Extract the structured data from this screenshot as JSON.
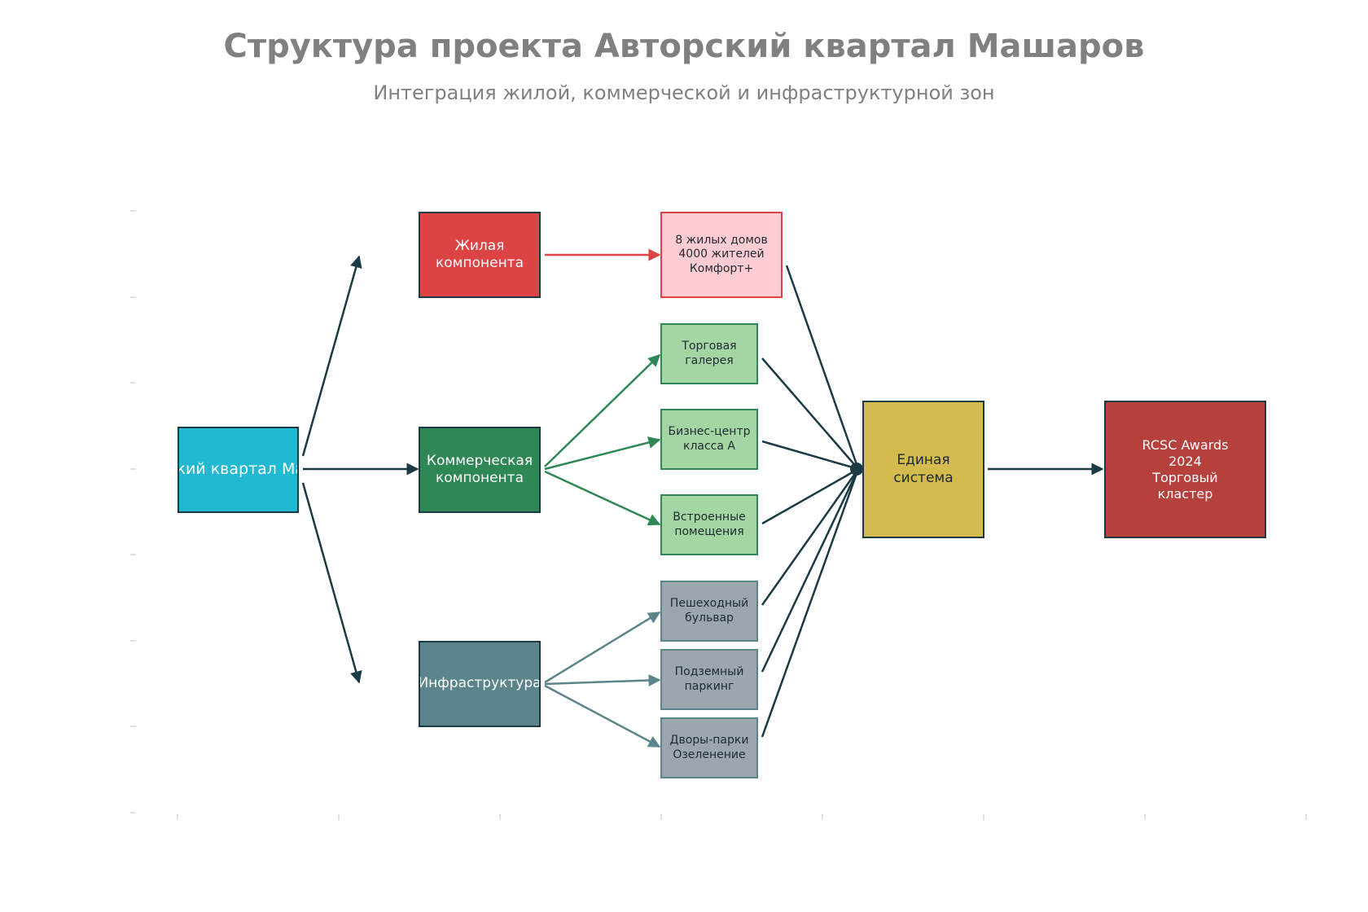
{
  "title": "Структура проекта Авторский квартал Машаров",
  "subtitle": "Интеграция жилой, коммерческой и инфраструктурной зон",
  "colors": {
    "root": "#21b8d2",
    "residential": "#dc4345",
    "residential_detail": "#ffccd3",
    "commercial": "#2e8755",
    "commercial_detail": "#a4d6a3",
    "infrastructure": "#5b858b",
    "infrastructure_detail": "#9da6af",
    "system": "#d3bb4d",
    "award": "#b6403c",
    "edge_dark": "#1b3a44"
  },
  "nodes": {
    "root": {
      "label": "Авторский квартал\nМашаров"
    },
    "residential": {
      "label": "Жилая\nкомпонента"
    },
    "commercial": {
      "label": "Коммерческая\nкомпонента"
    },
    "infrastructure": {
      "label": "Инфраструктура"
    },
    "houses": {
      "label": "8 жилых домов\n4000 жителей\nКомфорт+"
    },
    "gallery": {
      "label": "Торговая\nгалерея"
    },
    "business": {
      "label": "Бизнес-центр\nкласса А"
    },
    "builtin": {
      "label": "Встроенные\nпомещения"
    },
    "boulevard": {
      "label": "Пешеходный\nбульвар"
    },
    "parking": {
      "label": "Подземный\nпаркинг"
    },
    "yards": {
      "label": "Дворы-парки\nОзеленение"
    },
    "system": {
      "label": "Единая\nсистема"
    },
    "award": {
      "label": "RCSC Awards\n2024\nТорговый\nкластер"
    }
  }
}
